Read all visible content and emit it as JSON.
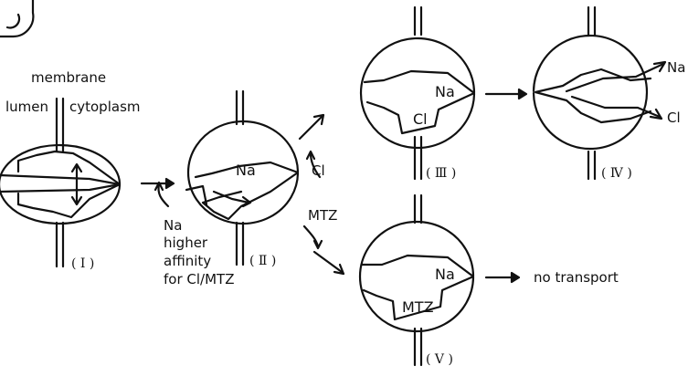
{
  "colors": {
    "ink": "#111111",
    "paper": "#ffffff"
  },
  "labels": {
    "membrane": "membrane",
    "lumen": "lumen",
    "cytoplasm": "cytoplasm",
    "na": "Na",
    "cl": "Cl",
    "mtz": "MTZ",
    "higher": "higher",
    "affinity": "affinity",
    "for_cl_mtz": "for Cl/MTZ",
    "no_transport": "no transport"
  },
  "states": {
    "s1": "( I )",
    "s2": "( Ⅱ )",
    "s3": "( Ⅲ )",
    "s4": "( Ⅳ )",
    "s5": "( Ⅴ )"
  }
}
